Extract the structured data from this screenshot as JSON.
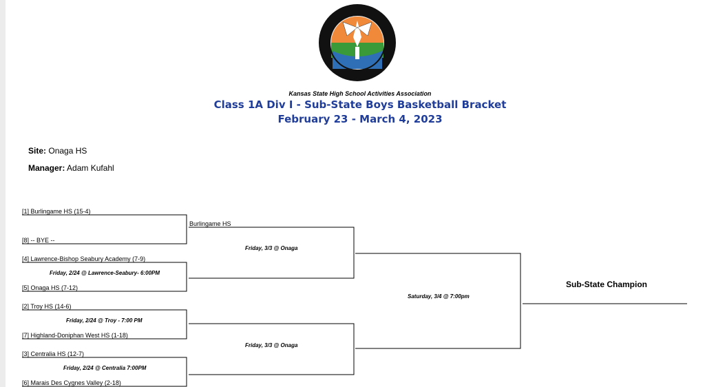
{
  "header": {
    "logo_alt": "KANSAS STATE HIGH SCHOOL ACTIVITIES ASSOCIATION, INC. · 1956 ·",
    "organization": "Kansas State High School Activities Association",
    "title": "Class 1A Div I - Sub-State Boys Basketball Bracket",
    "dates": "February 23 - March 4, 2023"
  },
  "site": {
    "label": "Site:",
    "value": "Onaga HS"
  },
  "manager": {
    "label": "Manager:",
    "value": "Adam Kufahl"
  },
  "round1": {
    "teams": [
      "[1] Burlingame HS   (15-4)",
      "[8] -- BYE --",
      "[4] Lawrence-Bishop Seabury Academy   (7-9)",
      "[5] Onaga HS  (7-12)",
      "[2] Troy HS   (14-6)",
      "[7] Highland-Doniphan West HS  (1-18)",
      "[3] Centralia HS   (12-7)",
      "[6] Marais Des Cygnes Valley   (2-18)"
    ],
    "games": [
      "Friday, 2/24 @ Lawrence-Seabury- 6:00PM",
      "Friday, 2/24 @ Troy - 7:00 PM",
      "Friday, 2/24 @ Centralia 7:00PM"
    ]
  },
  "round2": {
    "teams": [
      "Burlingame HS"
    ],
    "games": [
      "Friday, 3/3 @ Onaga",
      "Friday, 3/3 @ Onaga"
    ]
  },
  "final": {
    "game": "Saturday, 3/4 @ 7:00pm",
    "champion_label": "Sub-State Champion"
  }
}
